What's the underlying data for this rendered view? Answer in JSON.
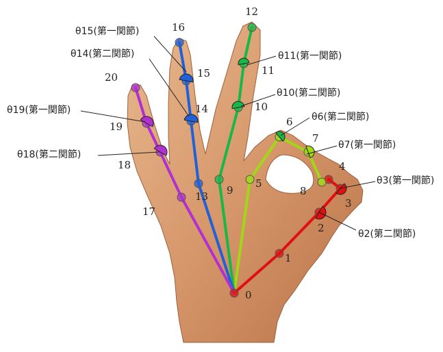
{
  "joint_labels": [
    {
      "id": "0",
      "text": "0"
    },
    {
      "id": "1",
      "text": "1"
    },
    {
      "id": "2",
      "text": "2"
    },
    {
      "id": "3",
      "text": "3"
    },
    {
      "id": "4",
      "text": "4"
    },
    {
      "id": "5",
      "text": "5"
    },
    {
      "id": "6",
      "text": "6"
    },
    {
      "id": "7",
      "text": "7"
    },
    {
      "id": "8",
      "text": "8"
    },
    {
      "id": "9",
      "text": "9"
    },
    {
      "id": "10",
      "text": "10"
    },
    {
      "id": "11",
      "text": "11"
    },
    {
      "id": "12",
      "text": "12"
    },
    {
      "id": "13",
      "text": "13"
    },
    {
      "id": "14",
      "text": "14"
    },
    {
      "id": "15",
      "text": "15"
    },
    {
      "id": "16",
      "text": "16"
    },
    {
      "id": "17",
      "text": "17"
    },
    {
      "id": "18",
      "text": "18"
    },
    {
      "id": "19",
      "text": "19"
    },
    {
      "id": "20",
      "text": "20"
    }
  ],
  "angle_labels": {
    "t15": "θ15(第一関節)",
    "t14": "θ14(第二関節)",
    "t11": "θ11(第一関節)",
    "t10": "θ10(第二関節)",
    "t19": "θ19(第一関節)",
    "t6": "θ6(第二関節)",
    "t7": "θ7(第一関節)",
    "t18": "θ18(第二関節)",
    "t3": "θ3(第一関節)",
    "t2": "θ2(第二関節)"
  },
  "colors": {
    "thumb": "#e01010",
    "index": "#a0d818",
    "middle": "#18b848",
    "ring": "#2060d8",
    "pinky": "#b030d0",
    "skin": "#d79a6c"
  }
}
